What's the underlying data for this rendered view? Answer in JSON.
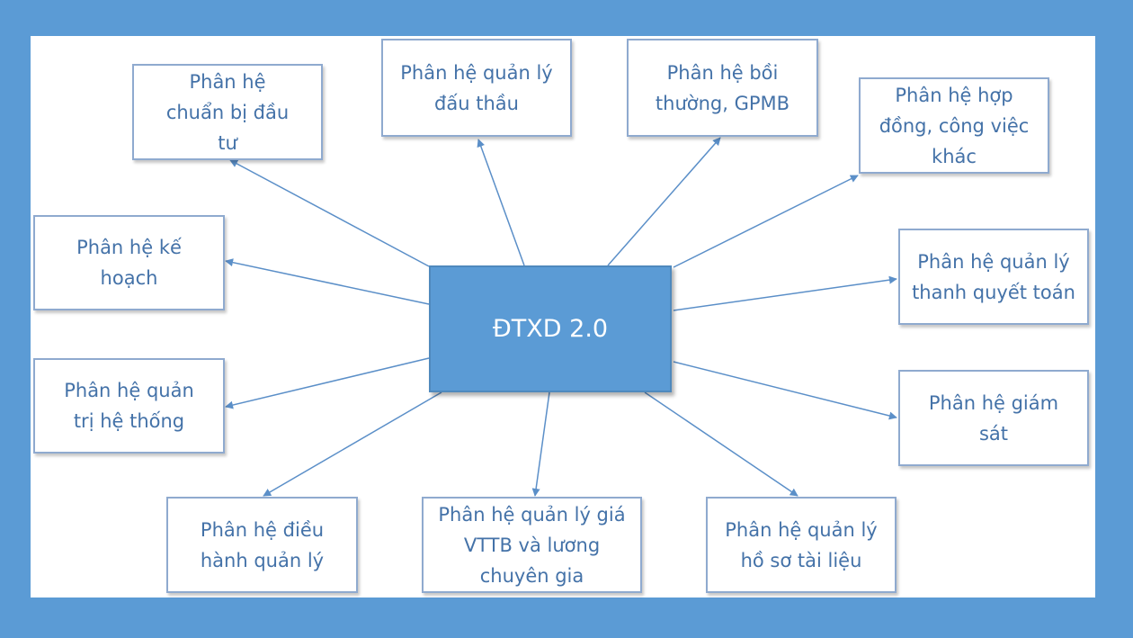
{
  "center": {
    "label": "ĐTXD 2.0"
  },
  "modules": [
    {
      "id": "chuan-bi-dau-tu",
      "label": "Phân hệ chuẩn bị đầu tư"
    },
    {
      "id": "quan-ly-dau-thau",
      "label": "Phân hệ quản lý đấu thầu"
    },
    {
      "id": "boi-thuong-gpmb",
      "label": "Phân hệ bồi thường, GPMB"
    },
    {
      "id": "hop-dong",
      "label": "Phân hệ hợp đồng, công việc khác"
    },
    {
      "id": "ke-hoach",
      "label": "Phân hệ kế hoạch"
    },
    {
      "id": "quan-ly-thanh-quyet-toan",
      "label": "Phân hệ quản lý thanh quyết toán"
    },
    {
      "id": "quan-tri-he-thong",
      "label": "Phân hệ quản trị hệ thống"
    },
    {
      "id": "giam-sat",
      "label": "Phân hệ giám sát"
    },
    {
      "id": "dieu-hanh-quan-ly",
      "label": "Phân hệ điều hành quản lý"
    },
    {
      "id": "quan-ly-gia-vttb",
      "label": "Phân hệ quản lý giá VTTB và lương chuyên gia"
    },
    {
      "id": "quan-ly-ho-so",
      "label": "Phân hệ quản lý hồ sơ tài liệu"
    }
  ],
  "colors": {
    "frame": "#5B9BD5",
    "center_fill": "#5B9BD5",
    "node_border": "#8FAACF",
    "text": "#4472A8",
    "arrow": "#5B8FC8"
  }
}
